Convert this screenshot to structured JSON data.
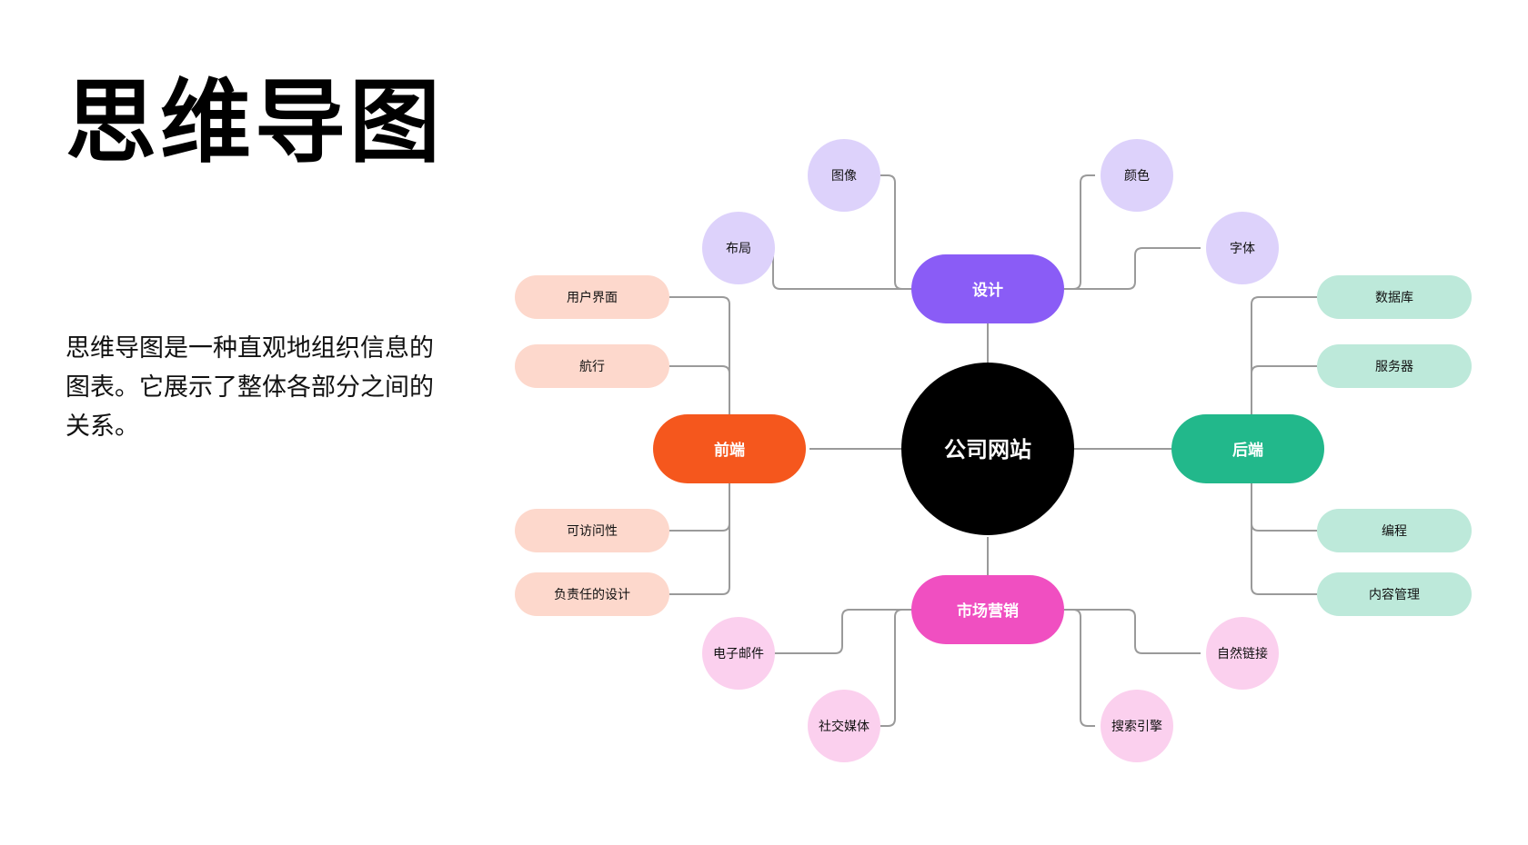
{
  "page": {
    "title": "思维导图",
    "description": "思维导图是一种直观地组织信息的图表。它展示了整体各部分之间的关系。"
  },
  "mindmap": {
    "center": {
      "label": "公司网站"
    },
    "colors": {
      "center": "#000000",
      "line": "#9a9a9a",
      "design_main": "#8a5cf6",
      "design_leaf": "#ddd2fb",
      "frontend_main": "#f5571d",
      "frontend_leaf": "#fdd8cc",
      "backend_main": "#22b88b",
      "backend_leaf": "#bde9da",
      "marketing_main": "#f04fc1",
      "marketing_leaf": "#fbd0ee"
    },
    "branches": {
      "design": {
        "label": "设计",
        "leaves": [
          "图像",
          "布局",
          "颜色",
          "字体"
        ]
      },
      "frontend": {
        "label": "前端",
        "leaves": [
          "用户界面",
          "航行",
          "可访问性",
          "负责任的设计"
        ]
      },
      "backend": {
        "label": "后端",
        "leaves": [
          "数据库",
          "服务器",
          "编程",
          "内容管理"
        ]
      },
      "marketing": {
        "label": "市场营销",
        "leaves": [
          "电子邮件",
          "社交媒体",
          "自然链接",
          "搜索引擎"
        ]
      }
    }
  }
}
